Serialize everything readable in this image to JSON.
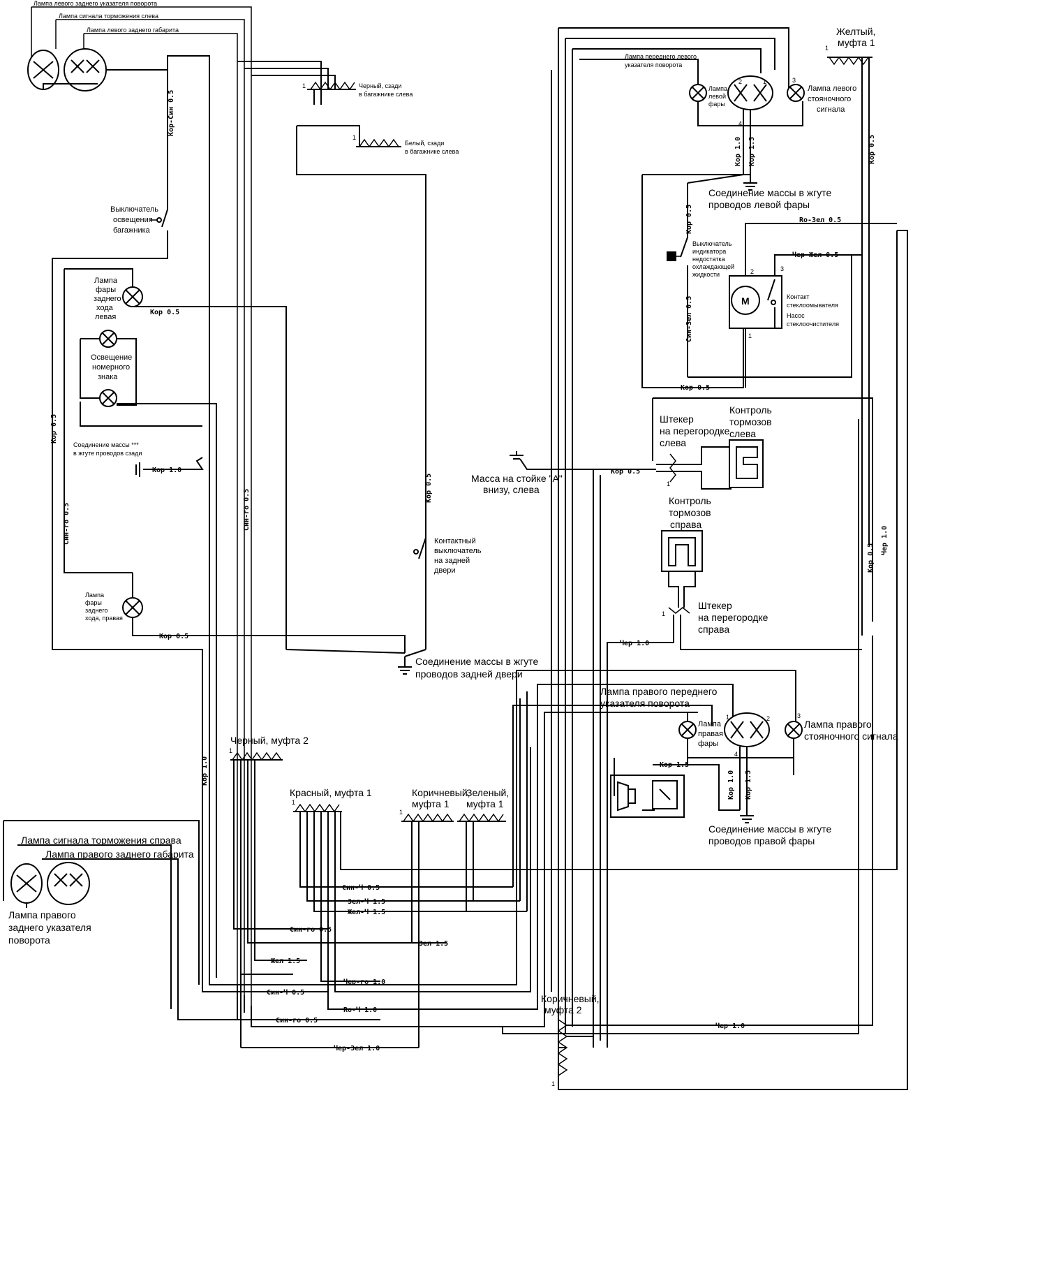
{
  "labels": {
    "rear_left_turn": "Лампа левого заднего указателя поворота",
    "brake_left": "Лампа сигнала торможения слева",
    "rear_left_marker": "Лампа левого заднего габарита",
    "black_rear_line1": "Черный, сзади",
    "black_rear_line2": "в багажнике слева",
    "white_rear_line1": "Белый, сзади",
    "white_rear_line2": "в багажнике слева",
    "trunk_switch_line1": "Выключатель",
    "trunk_switch_line2": "освещения",
    "trunk_switch_line3": "багажника",
    "rev_left_line1": "Лампа",
    "rev_left_line2": "фары",
    "rev_left_line3": "заднего",
    "rev_left_line4": "хода",
    "rev_left_line5": "левая",
    "plate_line1": "Освещение",
    "plate_line2": "номерного",
    "plate_line3": "знака",
    "ground_rear_line1": "Соединение массы ***",
    "ground_rear_line2": "в жгуте проводов сзади",
    "door_switch_line1": "Контактный",
    "door_switch_line2": "выключатель",
    "door_switch_line3": "на задней",
    "door_switch_line4": "двери",
    "rev_right_line1": "Лампа",
    "rev_right_line2": "фары",
    "rev_right_line3": "заднего",
    "rev_right_line4": "хода, правая",
    "ground_door_line1": "Соединение массы в жгуте",
    "ground_door_line2": "проводов задней двери",
    "black_c2": "Черный, муфта 2",
    "red_c1": "Красный, муфта 1",
    "brown_c1_line1": "Коричневый,",
    "brown_c1_line2": "муфта 1",
    "green_c1_line1": "Зеленый,",
    "green_c1_line2": "муфта 1",
    "brake_right": "Лампа сигнала торможения справа",
    "rear_right_marker": "Лампа правого заднего габарита",
    "rear_right_turn_line1": "Лампа правого",
    "rear_right_turn_line2": "заднего указателя",
    "rear_right_turn_line3": "поворота",
    "yellow_c1_line1": "Желтый,",
    "yellow_c1_line2": "муфта 1",
    "front_left_turn_line1": "Лампа переднего левого",
    "front_left_turn_line2": "указателя поворота",
    "head_left_line1": "Лампа",
    "head_left_line2": "левой",
    "head_left_line3": "фары",
    "park_left_line1": "Лампа левого",
    "park_left_line2": "стояночного",
    "park_left_line3": "сигнала",
    "ground_lhead_line1": "Соединение массы в жгуте",
    "ground_lhead_line2": "проводов левой фары",
    "coolant_line1": "Выключатель",
    "coolant_line2": "индикатора",
    "coolant_line3": "недостатка",
    "coolant_line4": "охлаждающей",
    "coolant_line5": "жидкости",
    "washer_contact_line1": "Контакт",
    "washer_contact_line2": "стеклоомывателя",
    "washer_pump_line1": "Насос",
    "washer_pump_line2": "стеклоочистителя",
    "plug_left_line1": "Штекер",
    "plug_left_line2": "на перегородке",
    "plug_left_line3": "слева",
    "brake_ctrl_left_line1": "Контроль",
    "brake_ctrl_left_line2": "тормозов",
    "brake_ctrl_left_line3": "слева",
    "mass_a_line1": "Масса на стойке \"А\"",
    "mass_a_line2": "внизу, слева",
    "brake_ctrl_right_line1": "Контроль",
    "brake_ctrl_right_line2": "тормозов",
    "brake_ctrl_right_line3": "справа",
    "plug_right_line1": "Штекер",
    "plug_right_line2": "на перегородке",
    "plug_right_line3": "справа",
    "front_right_turn_line1": "Лампа правого переднего",
    "front_right_turn_line2": "указателя поворота",
    "head_right_line1": "Лампа",
    "head_right_line2": "правая",
    "head_right_line3": "фары",
    "park_right_line1": "Лампа правого",
    "park_right_line2": "стояночного сигнала",
    "ground_rhead_line1": "Соединение массы в жгуте",
    "ground_rhead_line2": "проводов правой фары",
    "brown_c2_line1": "Коричневый,",
    "brown_c2_line2": "муфта 2"
  },
  "wires": {
    "kor_sin_05": "Кор-Син 0.5",
    "kor_05_rev": "Кор 0.5",
    "kor_05_left": "Кор 0.5",
    "kor_10_rear": "Кор 1.0",
    "sin_go_05_a": "Син-го 0.5",
    "sin_go_05_b": "Син-го 0.5",
    "kor_05_door": "Кор 0.5",
    "kor_05_revr": "Кор 0.5",
    "kor_10_long": "Кор 1.0",
    "kor_10_lhead": "Кор 1.0",
    "kor_15_lhead": "Кор 1.5",
    "kor_05_cool": "Кор 0.5",
    "sin_zel_05": "Син-Зел 0.5",
    "ro_zel_05": "Ro-Зел 0.5",
    "chr_zhl_05": "Чер-Жел 0.5",
    "kor_05_pump": "Кор 0.5",
    "kor_05_mass": "Кор 0.5",
    "kor_05_right_v": "Кор 0.5",
    "kor_05_right_v2": "Кор 0.5",
    "chr_10_v": "Чер 1.0",
    "chr_10_plug": "Чер 1.0",
    "kor_15_relay": "Кор 1.5",
    "kor_10_rhead": "Кор 1.0",
    "kor_15_rhead": "Кор 1.5",
    "sin_ch_05": "Син-Ч 0.5",
    "zel_ch_15": "Зел-Ч 1.5",
    "zhl_ch_15": "Жел-Ч 1.5",
    "sin_go_05_c": "Син-го 0.5",
    "zel_15": "Зел 1.5",
    "zhl_15": "Жел 1.5",
    "chr_go_10": "Чер-го 1.0",
    "sin_ch_05_b": "Син-Ч 0.5",
    "ro_ch_10": "Ro-Ч 1.0",
    "sin_go_05_d": "Син-го 0.5",
    "chr_10_bottom": "Чер 1.0",
    "chr_zel_10": "Чер-Зел 1.0"
  },
  "pins": {
    "p1": "1",
    "p2": "2",
    "p3": "3",
    "p4": "4"
  },
  "motor_label": "M"
}
